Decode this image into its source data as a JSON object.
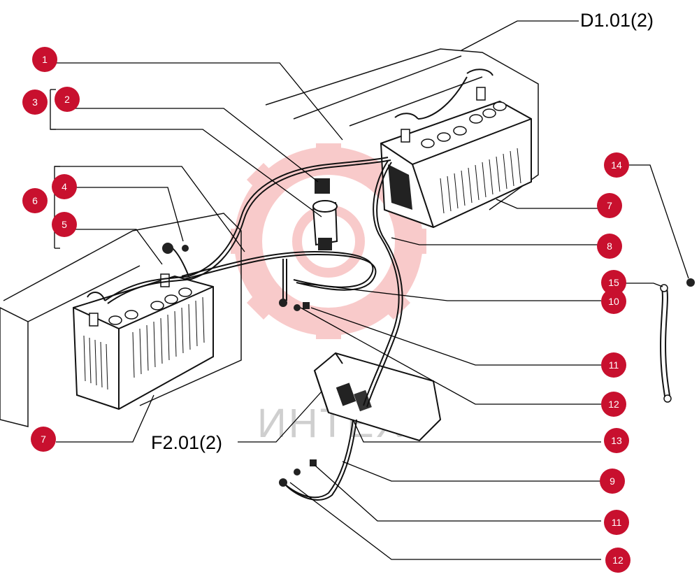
{
  "references": {
    "top": "D1.01(2)",
    "bottom": "F2.01(2)"
  },
  "callouts": {
    "c1": "1",
    "c2": "2",
    "c3": "3",
    "c4": "4",
    "c5": "5",
    "c6": "6",
    "c7a": "7",
    "c7b": "7",
    "c8": "8",
    "c9": "9",
    "c10": "10",
    "c11a": "11",
    "c11b": "11",
    "c12a": "12",
    "c12b": "12",
    "c13": "13",
    "c14": "14",
    "c15": "15"
  },
  "watermark": "ИНТЕХ",
  "colors": {
    "callout": "#c8102e",
    "watermark": "#f4b8b8"
  }
}
